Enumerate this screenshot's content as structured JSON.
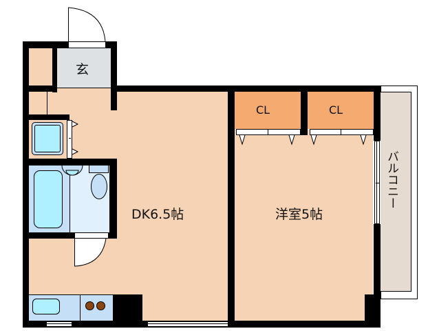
{
  "plan": {
    "rooms": {
      "entrance": {
        "label": "玄"
      },
      "dk": {
        "label": "DK6.5帖"
      },
      "western_room": {
        "label": "洋室5帖"
      },
      "closet_1": {
        "label": "CL"
      },
      "closet_2": {
        "label": "CL"
      },
      "balcony": {
        "label": "バルコニー"
      }
    },
    "colors": {
      "floor": "#f7d3b5",
      "closet": "#f5ab6f",
      "entrance": "#dde1e4",
      "bath": "#c5dff7",
      "toilet": "#e0f0fc",
      "fixture": "#aef0ff",
      "balcony": "#e6dbd0",
      "stove": "#8b4513",
      "wall": "#000000"
    }
  }
}
